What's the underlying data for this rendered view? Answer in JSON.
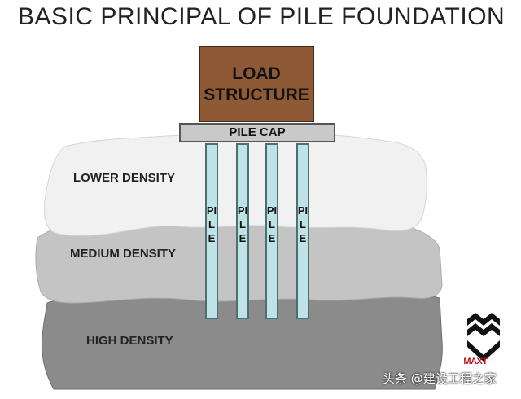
{
  "title": "BASIC PRINCIPAL OF PILE FOUNDATION",
  "load_structure": {
    "line1": "LOAD",
    "line2": "STRUCTURE"
  },
  "pile_cap": "PILE CAP",
  "piles": [
    "PILE",
    "PILE",
    "PILE",
    "PILE"
  ],
  "layers": {
    "lower": "LOWER DENSITY",
    "medium": "MEDIUM DENSITY",
    "high": "HIGH DENSITY"
  },
  "logo": {
    "name": "mountain-logo",
    "text": "MAXT"
  },
  "watermark": "头条 @建设工程之家",
  "colors": {
    "load": "#8d5a35",
    "pile": "#bde3e6",
    "pile_cap": "#c9c9c9",
    "lower_soil": "#f1f1f1",
    "medium_soil": "#c4c4c4",
    "high_soil": "#8b8b8b",
    "logo_red": "#b3121b"
  }
}
